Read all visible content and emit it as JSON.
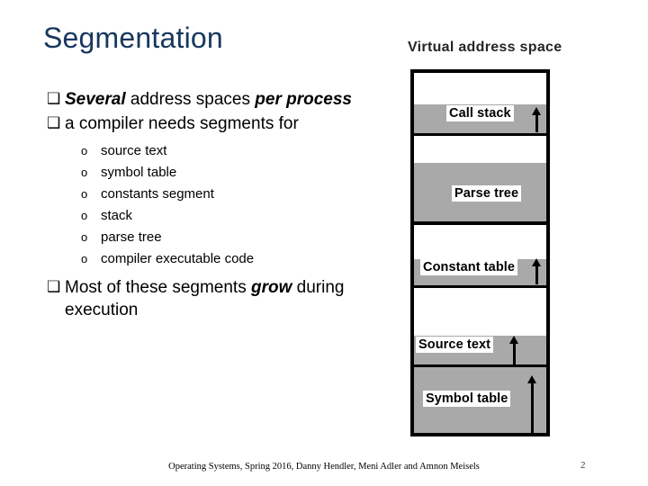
{
  "slide": {
    "title": "Segmentation",
    "page_number": "2",
    "footer": "Operating Systems, Spring 2016, Danny Hendler, Meni Adler and Amnon Meisels"
  },
  "bullets": {
    "marker_level1": "❑",
    "marker_level2": "o",
    "items": [
      {
        "id": "several-address-spaces",
        "parts": [
          {
            "text": "Several",
            "emphasis": true
          },
          {
            "text": "  address spaces ",
            "emphasis": false
          },
          {
            "text": "per process",
            "emphasis": true
          }
        ]
      },
      {
        "id": "compiler-needs-segments",
        "parts": [
          {
            "text": "a compiler needs segments for",
            "emphasis": false
          }
        ]
      }
    ],
    "sub_items": [
      "source text",
      "symbol table",
      "constants segment",
      "stack",
      "parse tree",
      "compiler executable code"
    ],
    "last_item": {
      "id": "segments-grow",
      "parts": [
        {
          "text": "Most of these segments ",
          "emphasis": false
        },
        {
          "text": "grow",
          "emphasis": true
        },
        {
          "text": " during execution",
          "emphasis": false
        }
      ]
    }
  },
  "diagram": {
    "title": "Virtual address space",
    "colors": {
      "used": "#a9a9a9",
      "free": "#ffffff",
      "border": "#000000"
    },
    "segments": [
      {
        "id": "call-stack",
        "label": "Call stack",
        "free_pct": 52,
        "used_pct": 48,
        "has_arrow": true,
        "grows_up": true
      },
      {
        "id": "parse-tree",
        "label": "Parse tree",
        "free_pct": 31,
        "used_pct": 69,
        "has_arrow": false,
        "grows_up": false
      },
      {
        "id": "constant-table",
        "label": "Constant table",
        "free_pct": 56,
        "used_pct": 44,
        "has_arrow": true,
        "grows_up": true
      },
      {
        "id": "source-text",
        "label": "Source text",
        "free_pct": 62,
        "used_pct": 38,
        "has_arrow": true,
        "grows_up": true
      },
      {
        "id": "symbol-table",
        "label": "Symbol table",
        "free_pct": 0,
        "used_pct": 100,
        "has_arrow": true,
        "grows_up": true
      }
    ]
  }
}
